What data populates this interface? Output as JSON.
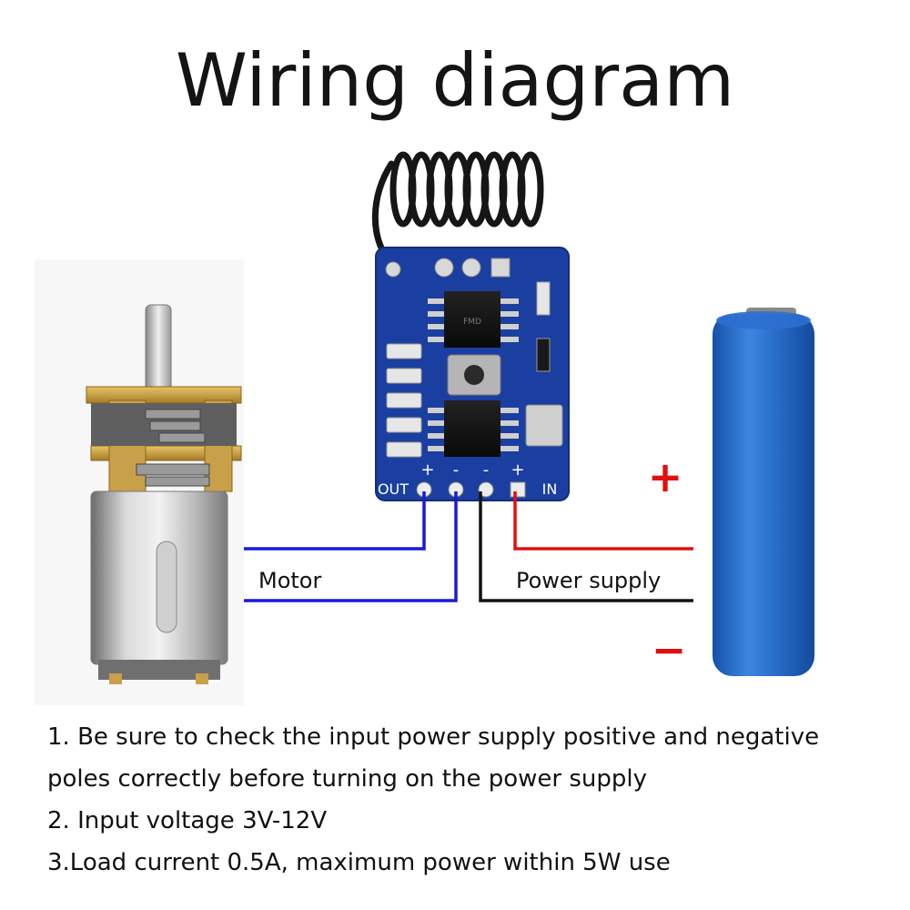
{
  "title": "Wiring diagram",
  "board": {
    "pin_labels": {
      "out": "OUT",
      "in": "IN",
      "plus1": "+",
      "minus1": "-",
      "minus2": "-",
      "plus2": "+"
    },
    "chip_marking": "FMD"
  },
  "labels": {
    "motor": "Motor",
    "power_supply": "Power supply",
    "plus": "+",
    "minus": "−"
  },
  "colors": {
    "board": "#1b3fa0",
    "wire_motor": "#1a1ad6",
    "wire_positive": "#e01010",
    "wire_negative": "#111111",
    "battery": "#1f63c4",
    "plus_sign": "#e01010",
    "minus_sign": "#e01010"
  },
  "notes": [
    "1. Be sure to check the input power supply positive and negative",
    "poles correctly before turning on the power supply",
    "2. Input voltage 3V-12V",
    "3.Load current 0.5A, maximum power within 5W use"
  ]
}
